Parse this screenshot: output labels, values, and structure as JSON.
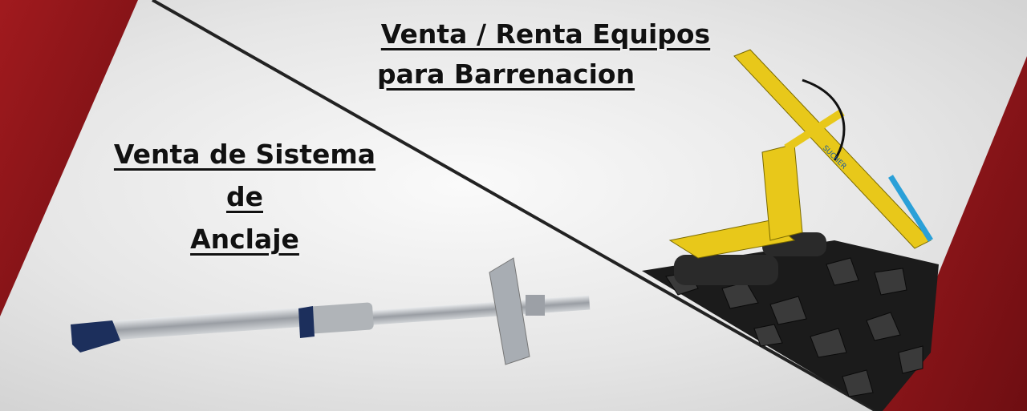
{
  "banner": {
    "heading_drilling_line1": "Venta / Renta Equipos",
    "heading_drilling_line2": "para Barrenacion",
    "heading_anchor_line1": "Venta de Sistema",
    "heading_anchor_line2": "de",
    "heading_anchor_line3": "Anclaje",
    "drill_brand_text": "SUCHER"
  },
  "colors": {
    "accent_red": "#8e1519",
    "drill_yellow": "#e8c81a",
    "steel": "#b8bcc2"
  }
}
